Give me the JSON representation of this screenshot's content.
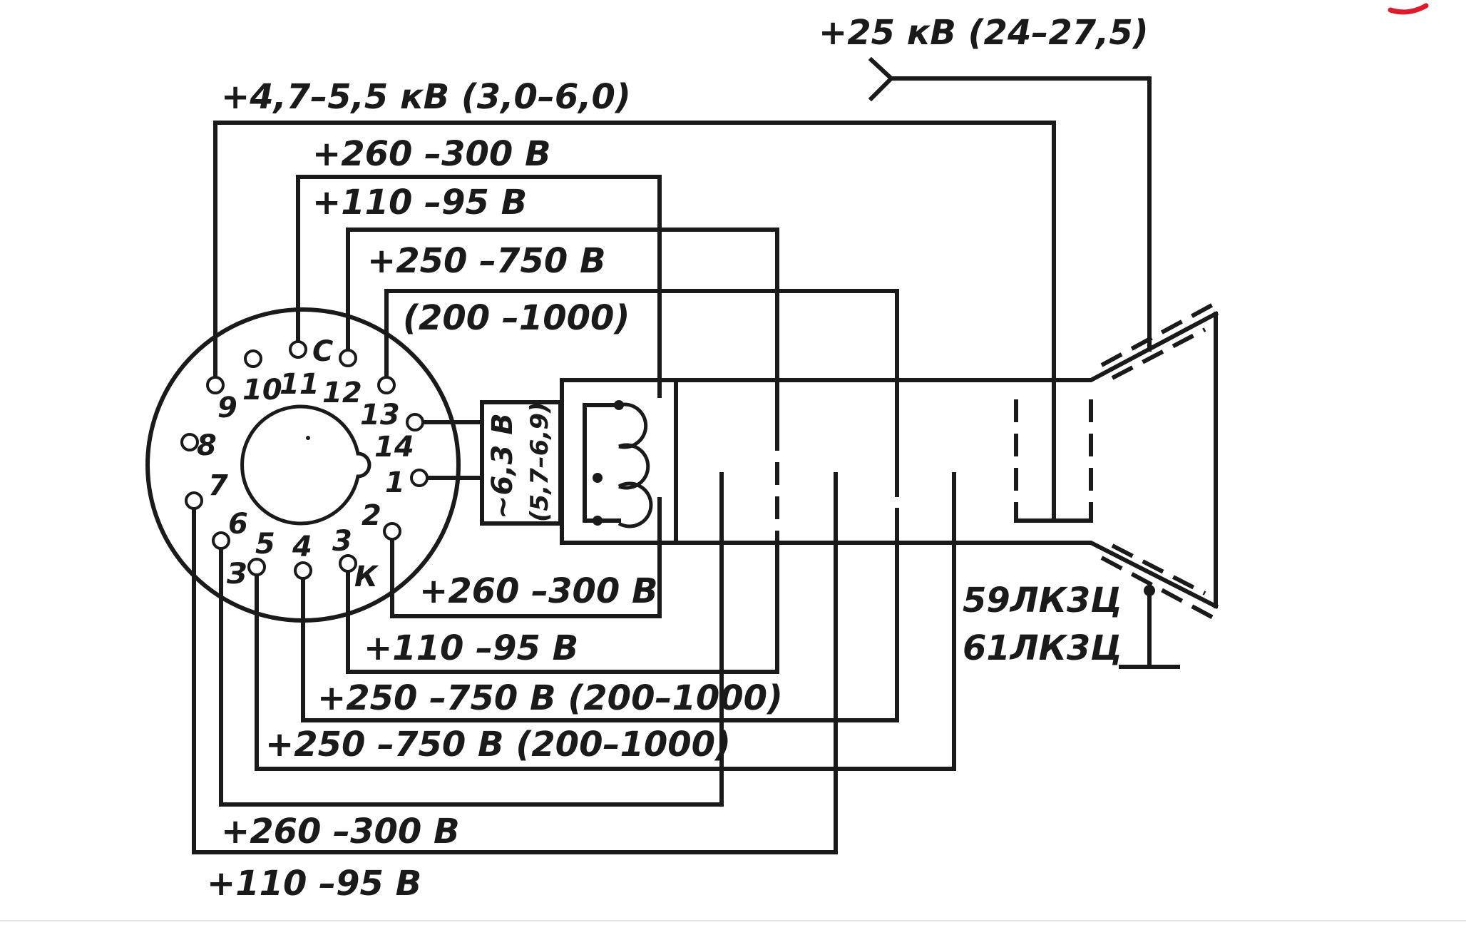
{
  "voltages": {
    "anode": "+25 кВ (24–27,5)",
    "focus": "+4,7–5,5 кВ (3,0–6,0)",
    "v260_a": "+260 –300 В",
    "v110_a": "+110 –95 В",
    "v250_a": "+250 –750 В",
    "v250_a_range": "(200 –1000)",
    "v260_b": "+260 –300 В",
    "v110_b": "+110 –95 В",
    "v250_b": "+250 –750 В (200–1000)",
    "v250_c": "+250 –750 В (200–1000)",
    "v260_c": "+260 –300 В",
    "v110_c": "+110 –95 В",
    "heater": "~6,3 В",
    "heater_range": "(5,7–6,9)"
  },
  "pins": {
    "p1": "1",
    "p2": "2",
    "p3": "3",
    "p3k": "К",
    "p4": "4",
    "p5": "5",
    "p6": "6",
    "p3g": "З",
    "p7": "7",
    "p8": "8",
    "p9": "9",
    "p10": "10",
    "p11": "11",
    "pc": "С",
    "p12": "12",
    "p13": "13",
    "p14": "14"
  },
  "tube_types": [
    "59ЛК3Ц",
    "61ЛК3Ц"
  ],
  "colors": {
    "ink": "#1a1a1a",
    "background": "#ffffff",
    "accent": "#e0192b"
  }
}
